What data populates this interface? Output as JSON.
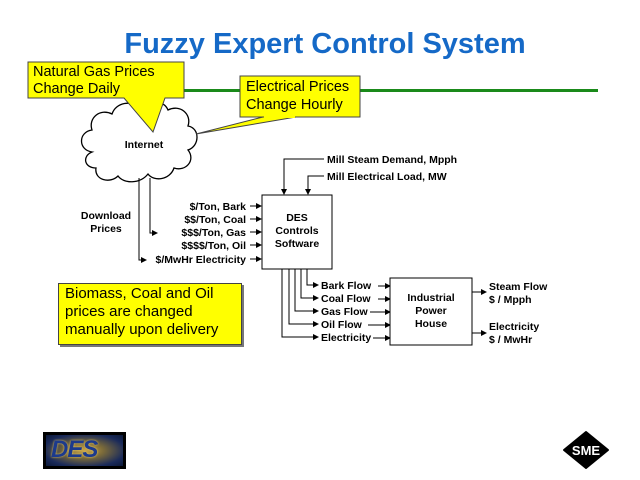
{
  "slide": {
    "title": "Fuzzy Expert Control System",
    "accent_colors": {
      "title": "#1569c7",
      "rule": "#1a8a1a",
      "callout": "#ffff00"
    }
  },
  "callouts": {
    "gas": {
      "line1": "Natural Gas Prices",
      "line2": "Change Daily"
    },
    "electric": {
      "line1": "Electrical Prices",
      "line2": "Change Hourly"
    }
  },
  "cloud": {
    "label": "Internet"
  },
  "download": {
    "line1": "Download",
    "line2": "Prices"
  },
  "prices": [
    "$/Ton, Bark",
    "$$/Ton, Coal",
    "$$$/Ton, Gas",
    "$$$$/Ton, Oil",
    "$/MwHr Electricity"
  ],
  "mill_inputs": [
    "Mill Steam Demand, Mpph",
    "Mill Electrical Load, MW"
  ],
  "des_box": {
    "line1": "DES",
    "line2": "Controls",
    "line3": "Software"
  },
  "flows": [
    "Bark Flow",
    "Coal Flow",
    "Gas Flow",
    "Oil Flow",
    "Electricity"
  ],
  "power_house": {
    "line1": "Industrial",
    "line2": "Power",
    "line3": "House"
  },
  "outputs": [
    {
      "line1": "Steam Flow",
      "line2": "$ / Mpph"
    },
    {
      "line1": "Electricity",
      "line2": "$ / MwHr"
    }
  ],
  "note": {
    "line1": "Biomass, Coal and Oil",
    "line2": "prices are changed",
    "line3": "manually upon delivery"
  },
  "logos": {
    "left": "DES",
    "right": "SME"
  }
}
